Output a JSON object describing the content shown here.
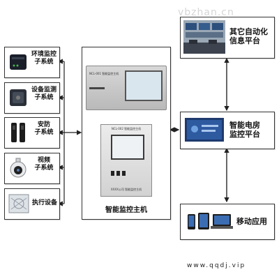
{
  "watermark": "vbzhan.cn",
  "subsystems": [
    {
      "id": "env",
      "label": "环境监控\n子系统",
      "icon": "router-device-icon"
    },
    {
      "id": "equip",
      "label": "设备监测\n子系统",
      "icon": "sensor-module-icon"
    },
    {
      "id": "security",
      "label": "安防\n子系统",
      "icon": "beam-detector-icon"
    },
    {
      "id": "video",
      "label": "视频\n子系统",
      "icon": "dome-camera-icon"
    },
    {
      "id": "exec",
      "label": "执行设备",
      "icon": "ac-unit-icon"
    }
  ],
  "host": {
    "label": "智能监控主机",
    "unit_top": {
      "brand_text": "NCL-001 智能监控主机",
      "screen_color": "#d9e6ee"
    },
    "unit_bottom": {
      "header_text": "NCL-002 智能监控主机",
      "footer_text": "XXXX公司 智能监控主机"
    }
  },
  "platforms": [
    {
      "id": "other",
      "label": "其它自动化\n信息平台",
      "icon": "control-room-photo-icon"
    },
    {
      "id": "smart",
      "label": "智能电房\n监控平台",
      "icon": "monitor-screen-photo-icon"
    }
  ],
  "mobile": {
    "label": "移动应用",
    "icon": "devices-icon"
  },
  "footer_url": "www.qqdj.vip",
  "colors": {
    "screen_blue": "#1e3a6e",
    "device_dark": "#1a1f2a",
    "box_border": "#333333"
  }
}
